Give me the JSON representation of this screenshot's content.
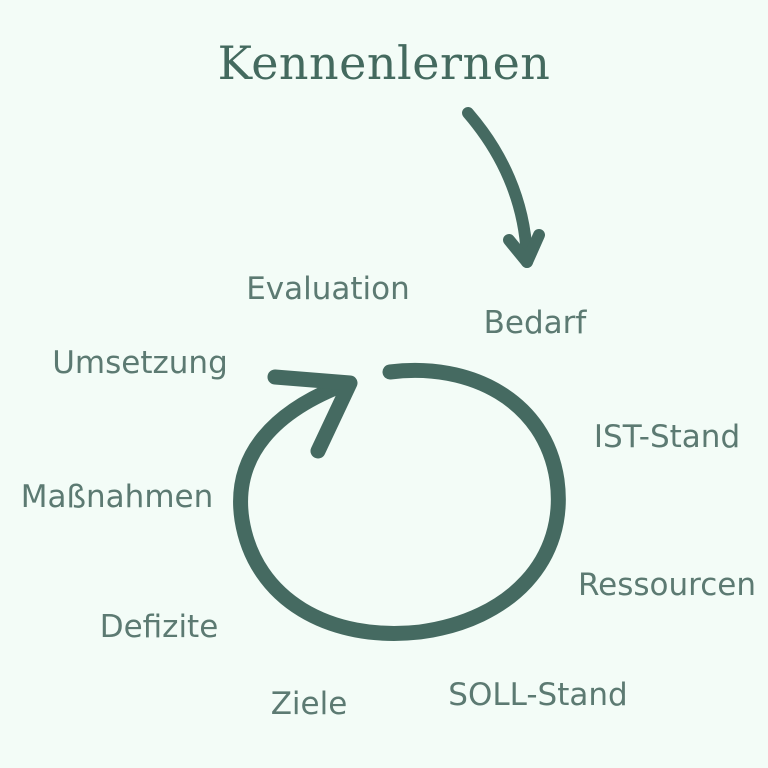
{
  "title": "Kennenlernen",
  "steps": [
    "Bedarf",
    "IST-Stand",
    "Ressourcen",
    "SOLL-Stand",
    "Ziele",
    "Defizite",
    "Maßnahmen",
    "Umsetzung",
    "Evaluation"
  ],
  "colors": {
    "background": "#f3fcf7",
    "title": "#446a5f",
    "labels": "#5c7a72",
    "arrows": "#456a61"
  }
}
